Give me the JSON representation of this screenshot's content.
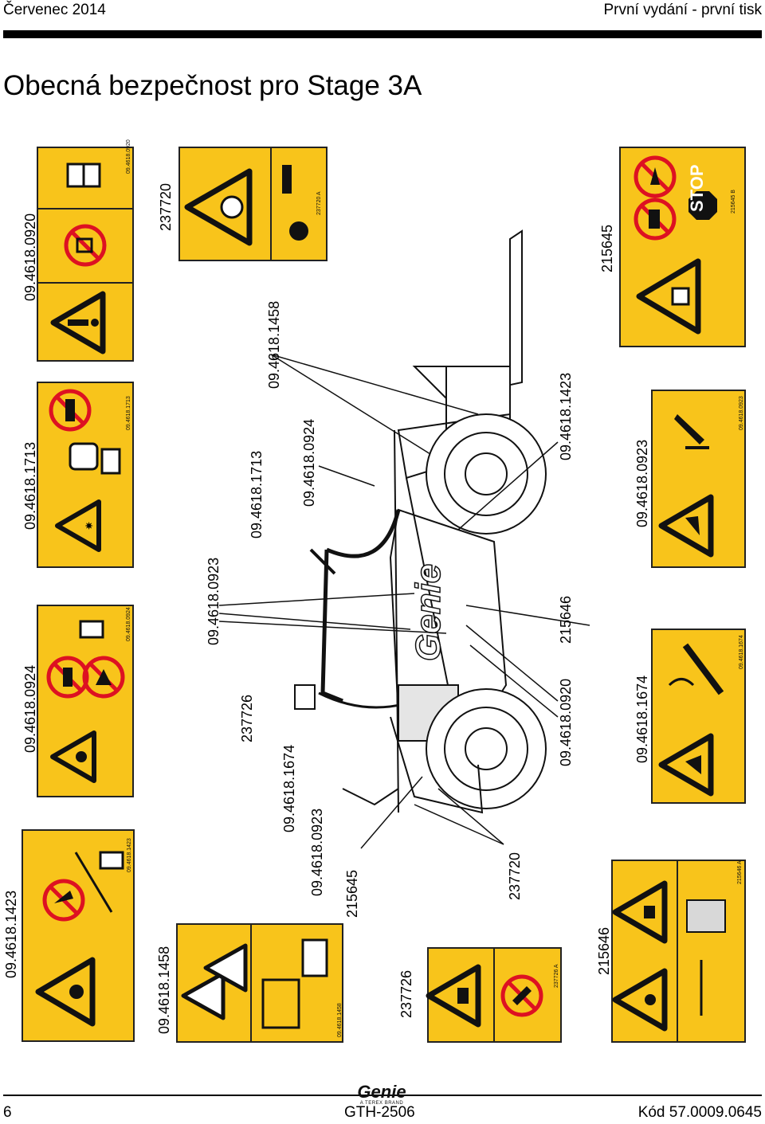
{
  "header": {
    "date": "Červenec 2014",
    "edition": "První vydání - první tisk"
  },
  "title": "Obecná bezpečnost pro Stage 3A",
  "decal_labels": {
    "d0920": "09.4618.0920",
    "d1713": "09.4618.1713",
    "d0924": "09.4618.0924",
    "d1423": "09.4618.1423",
    "d237720": "237720",
    "d1458": "09.4618.1458",
    "d215645": "215645",
    "d0923": "09.4618.0923",
    "d1674": "09.4618.1674",
    "d237726": "237726",
    "d215646": "215646"
  },
  "machine_callouts": {
    "c1458": "09.4618.1458",
    "c1713": "09.4618.1713",
    "c0924": "09.4618.0924",
    "c0923_top": "09.4618.0923",
    "c237726": "237726",
    "c1674": "09.4618.1674",
    "c0923_bottom": "09.4618.0923",
    "c215645": "215645",
    "c237720": "237720",
    "c0920": "09.4618.0920",
    "c215646": "215646",
    "c1423": "09.4618.1423"
  },
  "decal_codes": {
    "s0920": "09.4618.0920",
    "s1713": "09.4618.1713",
    "s0924": "09.4618.0924",
    "s1423": "09.4618.1423",
    "s237720": "237720  A",
    "s1458": "09.4618.1458",
    "s215645": "215645  B",
    "s0923": "09.4618.0923",
    "s1674": "09.4618.1674",
    "s237726": "237726  A",
    "s215646": "215646  A"
  },
  "stop_sign": "STOP",
  "machine_logo": "Genie",
  "colors": {
    "decal_yellow": "#f8c41b",
    "ink": "#222222"
  },
  "footer": {
    "page": "6",
    "model": "GTH-2506",
    "code": "Kód 57.0009.0645",
    "logo_word": "Genie",
    "logo_tagline": "A TEREX BRAND"
  }
}
